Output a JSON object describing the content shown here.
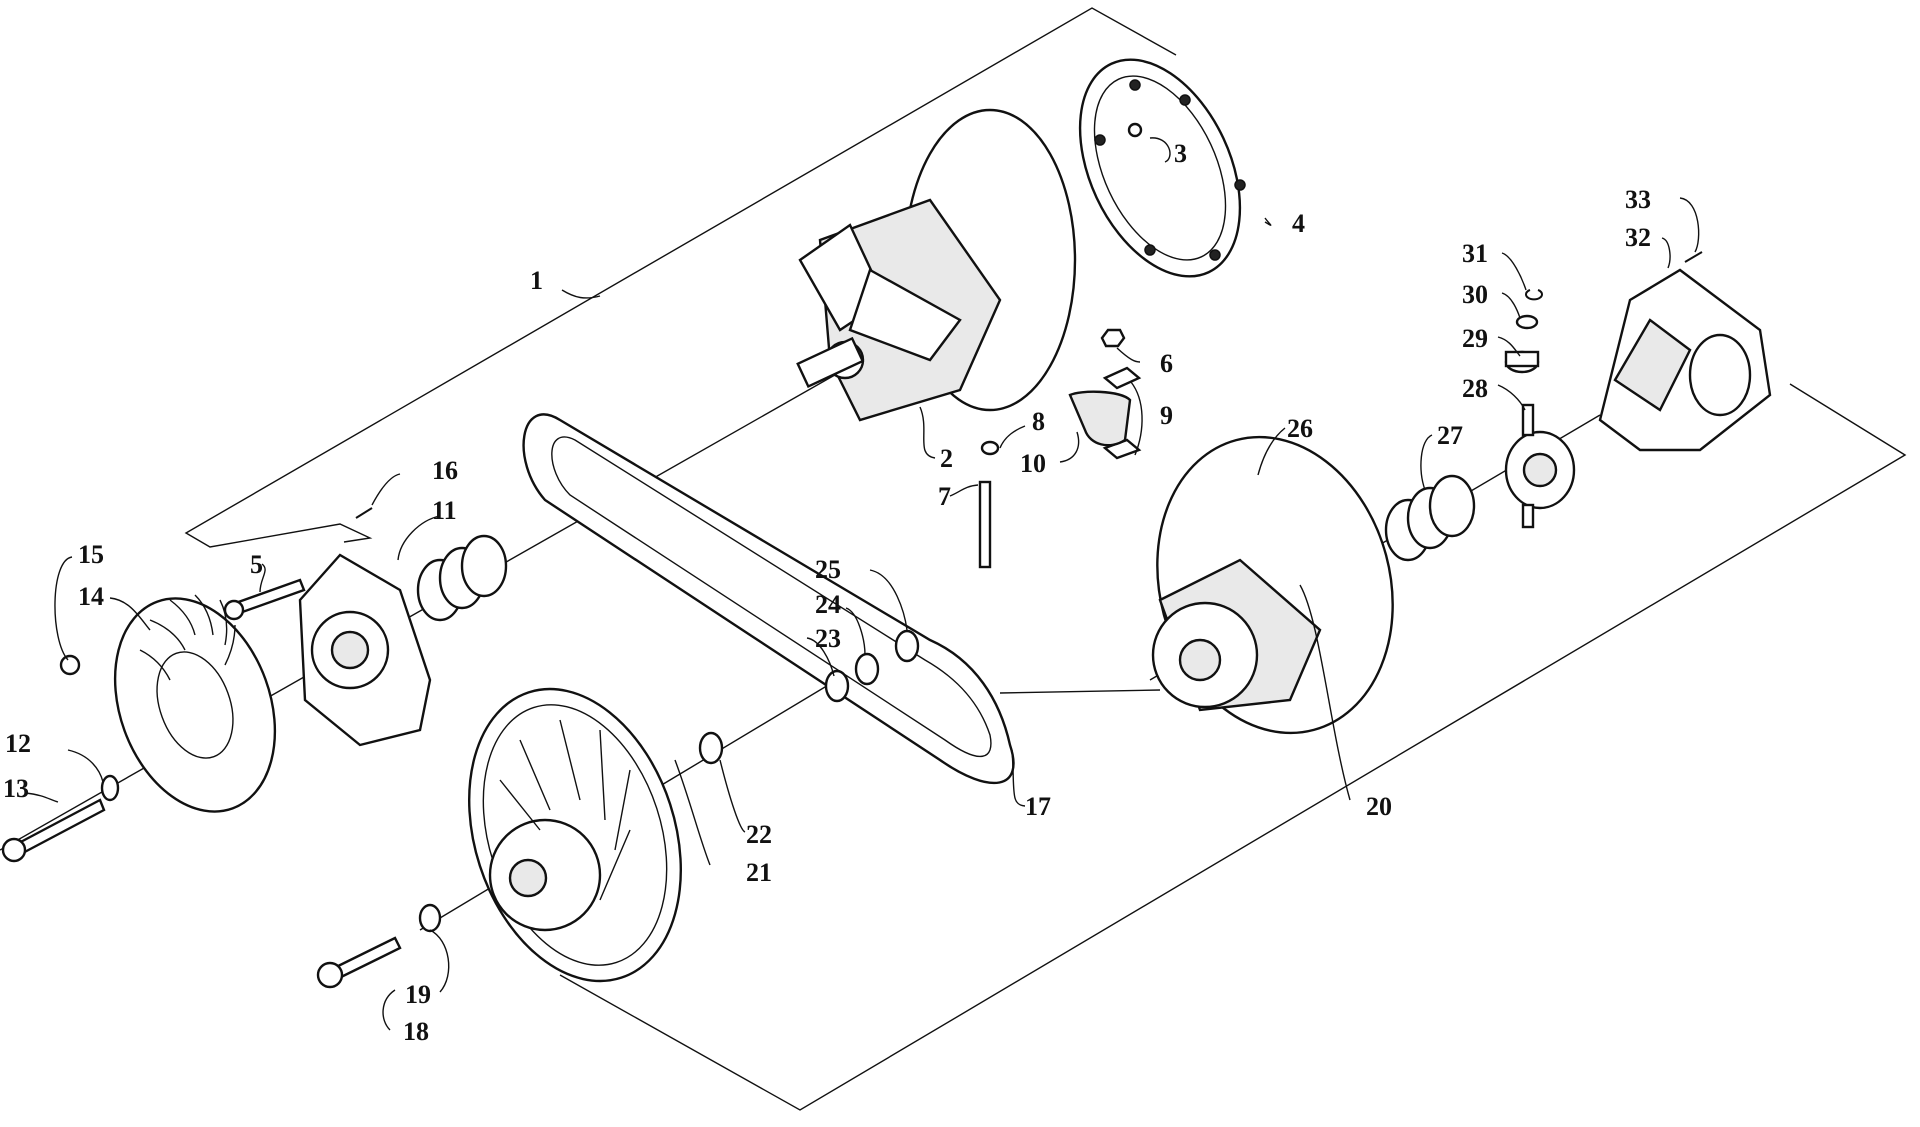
{
  "diagram": {
    "type": "exploded-parts-view",
    "callouts": [
      "1",
      "2",
      "3",
      "4",
      "5",
      "6",
      "7",
      "8",
      "9",
      "10",
      "11",
      "12",
      "13",
      "14",
      "15",
      "16",
      "17",
      "18",
      "19",
      "20",
      "21",
      "22",
      "23",
      "24",
      "25",
      "26",
      "27",
      "28",
      "29",
      "30",
      "31",
      "32",
      "33"
    ]
  }
}
